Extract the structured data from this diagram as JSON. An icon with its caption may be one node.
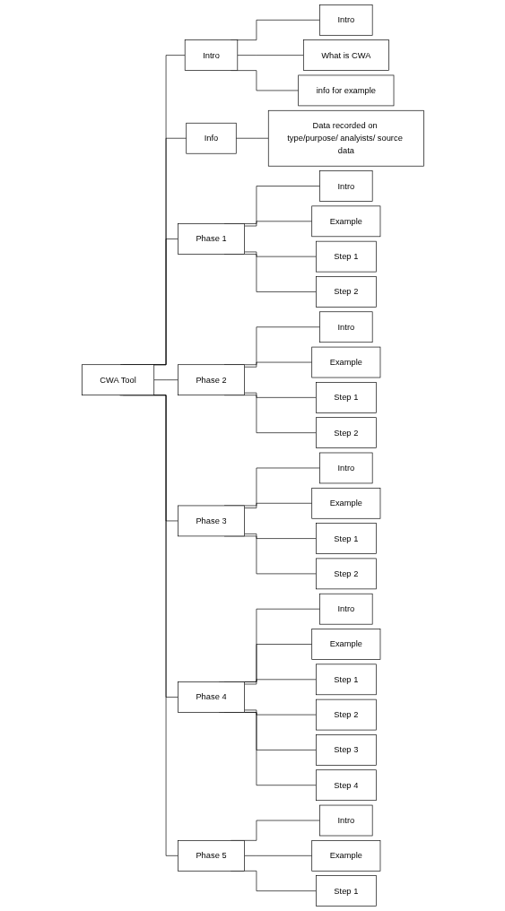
{
  "diagram": {
    "nodes": [
      {
        "text": [
          "CWA Tool"
        ]
      },
      {
        "text": [
          "Intro"
        ]
      },
      {
        "text": [
          "Intro"
        ]
      },
      {
        "text": [
          "What is CWA"
        ]
      },
      {
        "text": [
          "info for example"
        ]
      },
      {
        "text": [
          "Info"
        ]
      },
      {
        "text": [
          "Data recorded on type/purpose/ analyists/ source data"
        ]
      },
      {
        "text": [
          "Phase 1"
        ]
      },
      {
        "text": [
          "Intro"
        ]
      },
      {
        "text": [
          "Example"
        ]
      },
      {
        "text": [
          "Step 1"
        ]
      },
      {
        "text": [
          "Step 2"
        ]
      },
      {
        "text": [
          "Phase 2"
        ]
      },
      {
        "text": [
          "Intro"
        ]
      },
      {
        "text": [
          "Example"
        ]
      },
      {
        "text": [
          "Step 1"
        ]
      },
      {
        "text": [
          "Step 2"
        ]
      },
      {
        "text": [
          "Phase 3"
        ]
      },
      {
        "text": [
          "Intro"
        ]
      },
      {
        "text": [
          "Example"
        ]
      },
      {
        "text": [
          "Step 1"
        ]
      },
      {
        "text": [
          "Step 2"
        ]
      },
      {
        "text": [
          "Phase 4"
        ]
      },
      {
        "text": [
          "Intro"
        ]
      },
      {
        "text": [
          "Example"
        ]
      },
      {
        "text": [
          "Step 1"
        ]
      },
      {
        "text": [
          "Step 2"
        ]
      },
      {
        "text": [
          "Step 3"
        ]
      },
      {
        "text": [
          "Step 4"
        ]
      },
      {
        "text": [
          "Phase 5"
        ]
      },
      {
        "text": [
          "Intro"
        ]
      },
      {
        "text": [
          "Example"
        ]
      },
      {
        "text": [
          "Step 1"
        ]
      }
    ],
    "edges": [
      {
        "from": 0,
        "to": 1,
        "arrow": "none"
      },
      {
        "from": 0,
        "to": 5,
        "arrow": "none"
      },
      {
        "from": 0,
        "to": 7,
        "arrow": "none"
      },
      {
        "from": 0,
        "to": 12,
        "arrow": "none"
      },
      {
        "from": 0,
        "to": 17,
        "arrow": "none"
      },
      {
        "from": 0,
        "to": 22,
        "arrow": "none"
      },
      {
        "from": 0,
        "to": 29,
        "arrow": "none"
      },
      {
        "from": 1,
        "to": 2,
        "arrow": "none"
      },
      {
        "from": 1,
        "to": 3,
        "arrow": "none"
      },
      {
        "from": 1,
        "to": 4,
        "arrow": "none"
      },
      {
        "from": 5,
        "to": 6,
        "arrow": "none"
      },
      {
        "from": 7,
        "to": 8,
        "arrow": "none"
      },
      {
        "from": 7,
        "to": 9,
        "arrow": "none"
      },
      {
        "from": 7,
        "to": 10,
        "arrow": "none"
      },
      {
        "from": 7,
        "to": 11,
        "arrow": "none"
      },
      {
        "from": 12,
        "to": 13,
        "arrow": "none"
      },
      {
        "from": 12,
        "to": 14,
        "arrow": "none"
      },
      {
        "from": 12,
        "to": 15,
        "arrow": "none"
      },
      {
        "from": 12,
        "to": 16,
        "arrow": "none"
      },
      {
        "from": 17,
        "to": 18,
        "arrow": "none"
      },
      {
        "from": 17,
        "to": 19,
        "arrow": "none"
      },
      {
        "from": 17,
        "to": 20,
        "arrow": "none"
      },
      {
        "from": 17,
        "to": 21,
        "arrow": "none"
      },
      {
        "from": 22,
        "to": 23,
        "arrow": "none"
      },
      {
        "from": 22,
        "to": 24,
        "arrow": "none"
      },
      {
        "from": 22,
        "to": 25,
        "arrow": "none"
      },
      {
        "from": 22,
        "to": 26,
        "arrow": "none"
      },
      {
        "from": 22,
        "to": 27,
        "arrow": "none"
      },
      {
        "from": 22,
        "to": 28,
        "arrow": "none"
      },
      {
        "from": 29,
        "to": 30,
        "arrow": "none"
      },
      {
        "from": 29,
        "to": 31,
        "arrow": "none"
      },
      {
        "from": 29,
        "to": 32,
        "arrow": "none"
      }
    ]
  }
}
